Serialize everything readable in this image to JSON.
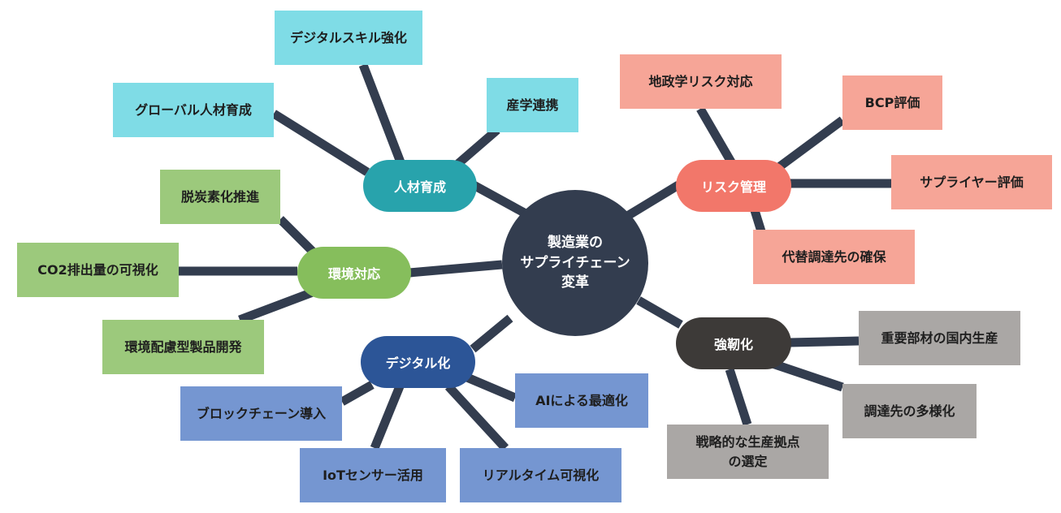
{
  "center": {
    "label": "製造業の\nサプライチェーン\n変革"
  },
  "branches": {
    "human": {
      "label": "人材育成",
      "color": "#28a3ac",
      "leaves": [
        "デジタルスキル強化",
        "グローバル人材育成",
        "産学連携"
      ]
    },
    "risk": {
      "label": "リスク管理",
      "color": "#f2776a",
      "leaves": [
        "地政学リスク対応",
        "BCP評価",
        "サプライヤー評価",
        "代替調達先の確保"
      ]
    },
    "env": {
      "label": "環境対応",
      "color": "#86be5c",
      "leaves": [
        "脱炭素化推進",
        "CO2排出量の可視化",
        "環境配慮型製品開発"
      ]
    },
    "dig": {
      "label": "デジタル化",
      "color": "#2c5597",
      "leaves": [
        "ブロックチェーン導入",
        "IoTセンサー活用",
        "リアルタイム可視化",
        "AIによる最適化"
      ]
    },
    "res": {
      "label": "強靭化",
      "color": "#3d3a38",
      "leaves": [
        "重要部材の国内生産",
        "調達先の多様化",
        "戦略的な生産拠点\nの選定"
      ]
    }
  },
  "colors": {
    "center": "#333d4f",
    "connector": "#333d4f",
    "leaf_human": "#7fdce6",
    "leaf_risk": "#f6a597",
    "leaf_env": "#9cc97c",
    "leaf_dig": "#7596d1",
    "leaf_res": "#aaa7a5"
  }
}
